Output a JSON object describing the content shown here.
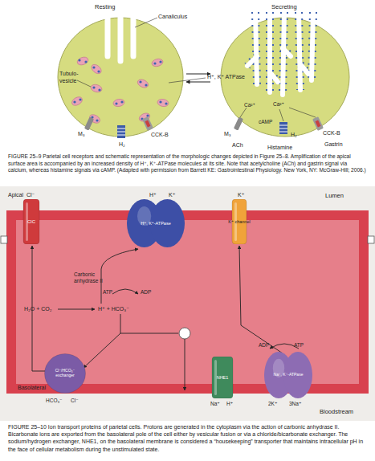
{
  "diagram": {
    "caption": "FIGURE 25–10 Ion transport proteins of parietal cells. Protons are generated in the cytoplasm via the action of carbonic anhydrase II. Bicarbonate ions are exported from the basolateral pole of the cell either by vesicular fusion or via a chloride/bicarbonate exchanger. The sodium/hydrogen exchanger, NHE1, on the basolateral membrane is considered a “housekeeping” transporter that maintains intracellular pH in the face of cellular metabolism during the unstimulated state.",
    "nodes": [
      {
        "text": [
          "ClC"
        ]
      },
      {
        "text": [
          "H⁺, K⁺-ATPase"
        ]
      },
      {
        "text": [
          "K⁺ channel"
        ]
      },
      {
        "text": [
          "Cl⁻/HCO₃⁻ exchanger"
        ]
      },
      {
        "text": [
          "NHE1"
        ]
      },
      {
        "text": [
          "Na⁺, K⁺-ATPase"
        ]
      }
    ],
    "labels": [
      "Resting",
      "Canaliculus",
      "Tubulo- vesicle",
      "H⁺, K⁺ ATPase",
      "M₃",
      "H₂",
      "CCK-B",
      "Secreting",
      "Ca²⁺",
      "Ca²⁺",
      "cAMP",
      "M₃",
      "CCK-B",
      "ACh",
      "H₂",
      "Gastrin",
      "Histamine",
      "FIGURE 25–9 Parietal cell receptors and schematic representation of the morphologic changes depicted in Figure 25–8. Amplification of the apical surface area is accompanied by an increased density of H⁺, K⁺-ATPase molecules at its site. Note that acetylcholine (ACh) and gastrin signal via calcium, whereas histamine signals via cAMP. (Adapted with permission from Barrett KE: Gastrointestinal Physiology. New York, NY: McGraw-Hill; 2006.)",
      "Apical",
      "Cl⁻",
      "H⁺",
      "K⁺",
      "K⁺",
      "Lumen",
      "Carbonic anhydrase II",
      "ATP",
      "ADP",
      "H₂O + CO₂",
      "H⁺ + HCO₃⁻",
      "ADP",
      "ATP",
      "Basolateral",
      "HCO₃⁻",
      "Cl⁻",
      "Na⁺",
      "H⁺",
      "2K⁺",
      "3Na⁺",
      "Bloodstream"
    ]
  }
}
